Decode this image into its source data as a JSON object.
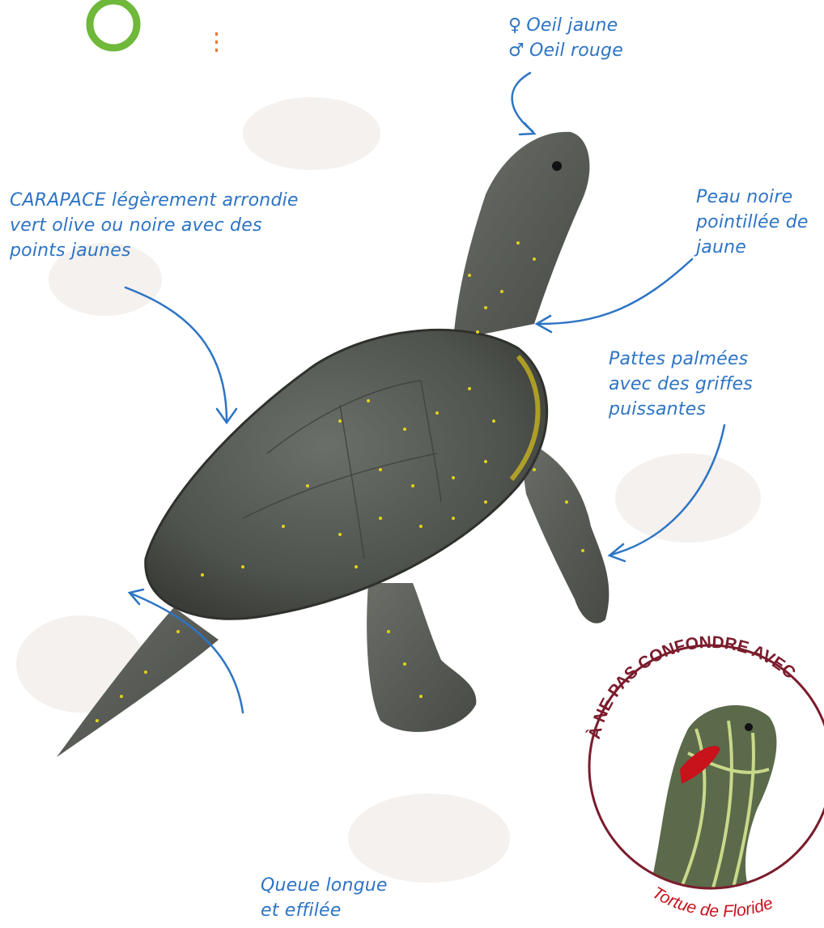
{
  "annotations": {
    "eye": {
      "female_symbol": "♀",
      "female_text": "Oeil jaune",
      "male_symbol": "♂",
      "male_text": "Oeil rouge"
    },
    "carapace": {
      "line1": "CARAPACE légèrement arrondie",
      "line2": "vert olive ou noire avec des",
      "line3": "points jaunes"
    },
    "skin": {
      "line1": "Peau noire",
      "line2": "pointillée de",
      "line3": "jaune"
    },
    "legs": {
      "line1": "Pattes palmées",
      "line2": "avec des griffes",
      "line3": "puissantes"
    },
    "tail": {
      "line1": "Queue longue",
      "line2": "et effilée"
    }
  },
  "inset": {
    "top_text": "À NE PAS CONFONDRE AVEC",
    "bottom_text": "Tortue de Floride",
    "ring_color": "#7a1c2c"
  },
  "colors": {
    "annotation": "#2d74c4",
    "logo_green": "#6fb83a",
    "turtle_skin": "#5a5e57",
    "spots": "#e3d21a",
    "red_patch": "#c8121c",
    "slider_stripes": "#c9d98a"
  }
}
